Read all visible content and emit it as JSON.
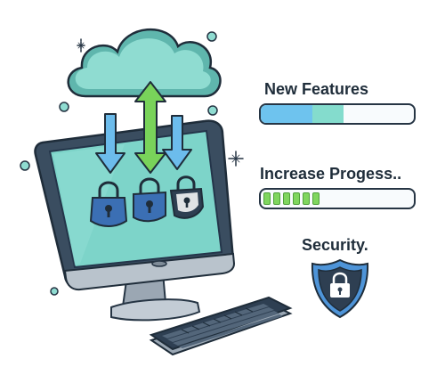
{
  "features": {
    "title": "New Features",
    "progress": {
      "part_a": 0.34,
      "part_b": 0.2
    }
  },
  "progress": {
    "title": "Increase Progess..",
    "segments_filled": 6,
    "segments_total": 15
  },
  "security": {
    "title": "Security."
  },
  "colors": {
    "screen": "#7dd4c9",
    "screen_frame": "#2a3b4d",
    "cloud": "#8fdcd1",
    "arrow_blue": "#6cbcec",
    "arrow_green": "#79d35a",
    "lock": "#3b6fb4",
    "shield": "#4e94d8",
    "keyboard": "#2e3f52",
    "accent_dot": "#8fdcd1"
  },
  "icons": [
    "cloud-icon",
    "download-arrow-icon",
    "sync-arrow-icon",
    "lock-icon",
    "shield-lock-icon",
    "sparkle-icon",
    "keyboard-icon"
  ]
}
